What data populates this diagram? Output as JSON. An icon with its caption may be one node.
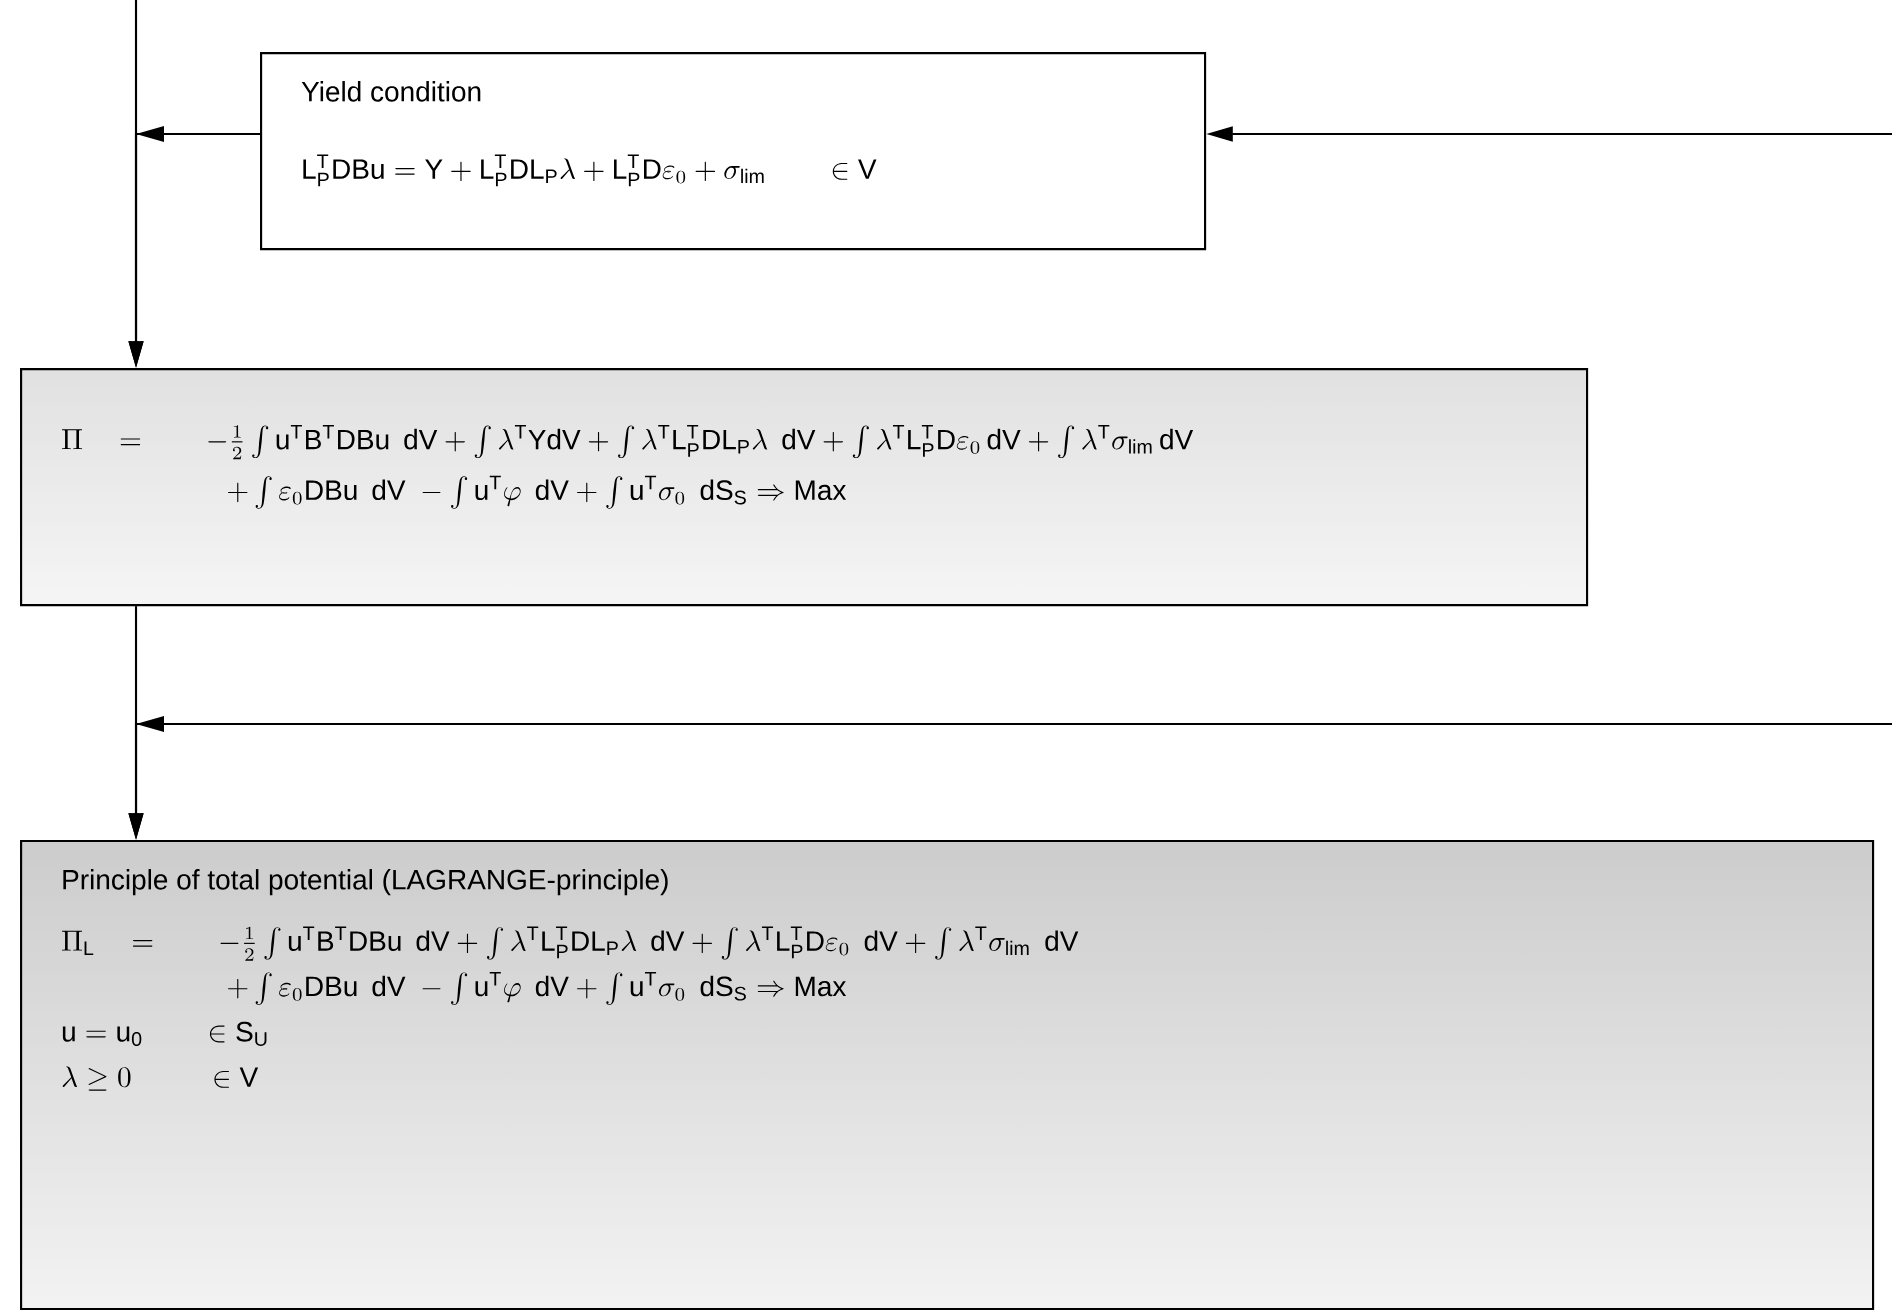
{
  "diagram": {
    "nodes": [
      {
        "text": [
          "Yield condition",
          "\\mathrm{L_P^T DBu} = \\mathrm{Y} + \\mathrm{L_P^T D L_P}\\lambda + \\mathrm{L_P^T D}\\varepsilon_0 + \\sigma_{\\mathrm{lim}} \\qquad \\in \\mathrm{V}"
        ]
      },
      {
        "text": [
          "\\Pi \\quad = \\qquad -\\frac{1}{2}\\int \\mathrm{u^T B^T DBu\\;\\, dV} + \\int \\lambda^{\\mathrm{T}}\\mathrm{YdV} + \\int \\lambda^{\\mathrm{T}}\\mathrm{L_P^T D L_P}\\lambda\\;\\,\\mathrm{dV} + \\int \\lambda^{\\mathrm{T}}\\mathrm{L_P^T D}\\varepsilon_0\\,\\mathrm{dV} + \\int \\lambda^{\\mathrm{T}}\\sigma_{\\mathrm{lim}}\\,\\mathrm{dV}",
          "+\\int \\varepsilon_0\\mathrm{DBu\\;\\, dV} \\; - \\int \\mathrm{u^T}\\varphi\\;\\,\\mathrm{dV} + \\int \\mathrm{u^T}\\sigma_0\\;\\,\\mathrm{dS_S} \\Rightarrow \\mathrm{Max}"
        ]
      },
      {
        "text": [
          "Principle of total potential (LAGRANGE-principle)",
          "\\Pi_{\\mathrm{L}} \\quad = \\qquad -\\frac{1}{2}\\int \\mathrm{u^T B^T DBu\\;\\, dV} + \\int \\lambda^{\\mathrm{T}}\\mathrm{L_P^T D L_P}\\lambda\\;\\,\\mathrm{dV} + \\int \\lambda^{\\mathrm{T}}\\mathrm{L_P^T D}\\varepsilon_0\\;\\,\\mathrm{dV} + \\int \\lambda^{\\mathrm{T}}\\sigma_{\\mathrm{lim}}\\;\\,\\mathrm{dV}",
          "+\\int \\varepsilon_0\\mathrm{DBu\\;\\, dV} \\; - \\int \\mathrm{u^T}\\varphi\\;\\,\\mathrm{dV} + \\int \\mathrm{u^T}\\sigma_0\\;\\,\\mathrm{dS_S} \\Rightarrow \\mathrm{Max}",
          "\\mathrm{u} = \\mathrm{u_0} \\qquad \\in \\mathrm{S_U}",
          "\\lambda \\geq 0 \\qquad\\;\\; \\in \\mathrm{V}"
        ]
      }
    ],
    "edges": [
      {
        "from": null,
        "to": 0,
        "arrow": "to"
      },
      {
        "from": 0,
        "to": 1,
        "arrow": "to"
      },
      {
        "from": null,
        "to": 1,
        "arrow": "to"
      },
      {
        "from": 1,
        "to": 2,
        "arrow": "to"
      },
      {
        "from": null,
        "to": 2,
        "arrow": "to"
      }
    ]
  }
}
